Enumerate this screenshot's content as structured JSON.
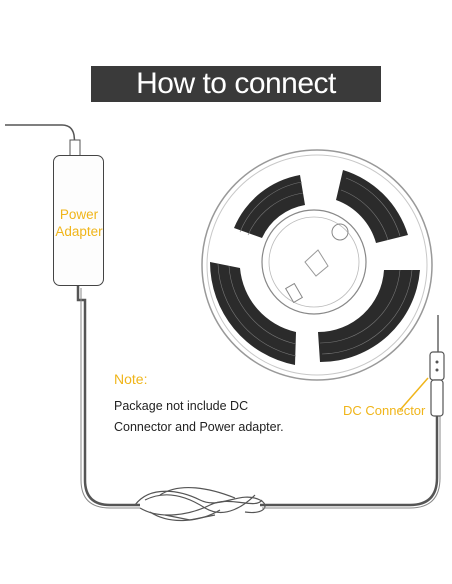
{
  "title": "How to connect",
  "power_adapter": {
    "line1": "Power",
    "line2": "Adapter"
  },
  "note": {
    "title": "Note:",
    "line1": "Package not include DC",
    "line2": "Connector and Power adapter."
  },
  "dc_connector_label": "DC Connector",
  "colors": {
    "accent": "#f0b51a",
    "title_bg": "#3a3a3a",
    "title_text": "#ffffff"
  }
}
